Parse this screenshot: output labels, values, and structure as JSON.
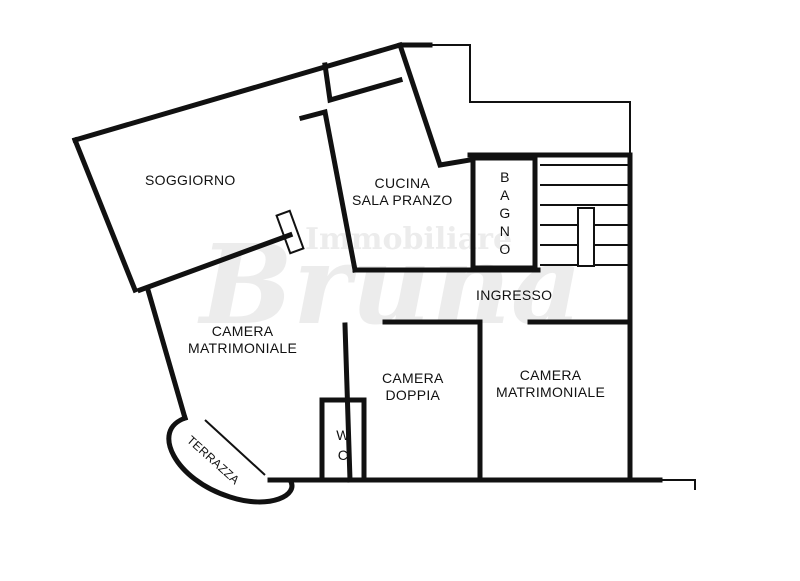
{
  "rooms": {
    "soggiorno": "SOGGIORNO",
    "cucina_line1": "CUCINA",
    "cucina_line2": "SALA PRANZO",
    "bagno": [
      "B",
      "A",
      "G",
      "N",
      "O"
    ],
    "ingresso": "INGRESSO",
    "camera1_line1": "CAMERA",
    "camera1_line2": "MATRIMONIALE",
    "camera_doppia_line1": "CAMERA",
    "camera_doppia_line2": "DOPPIA",
    "camera2_line1": "CAMERA",
    "camera2_line2": "MATRIMONIALE",
    "wc": [
      "W",
      "C"
    ],
    "terrazza": "TERRAZZA"
  },
  "watermark": {
    "line1": "Immobiliare",
    "line2": "Bruna"
  },
  "colors": {
    "wall": "#111111",
    "background": "#ffffff"
  }
}
